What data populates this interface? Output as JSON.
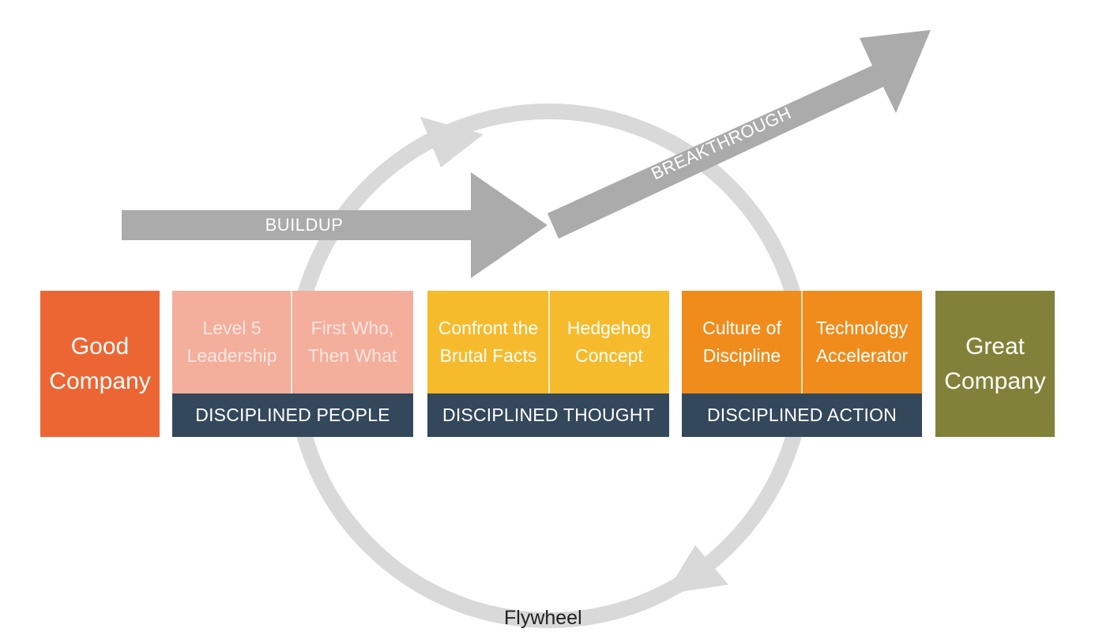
{
  "colors": {
    "good_company": "#ec6634",
    "people": "#f4ae9c",
    "thought": "#f6bb2c",
    "action": "#f08c1c",
    "great_company": "#828139",
    "band": "#34485c",
    "arrow_dark": "#ababab",
    "flywheel": "#d9d9d9"
  },
  "start_box": {
    "label": "Good\nCompany"
  },
  "end_box": {
    "label": "Great\nCompany"
  },
  "groups": [
    {
      "band_label": "DISCIPLINED PEOPLE",
      "cells": [
        "Level 5\nLeadership",
        "First Who,\nThen What"
      ]
    },
    {
      "band_label": "DISCIPLINED THOUGHT",
      "cells": [
        "Confront the\nBrutal Facts",
        "Hedgehog\nConcept"
      ]
    },
    {
      "band_label": "DISCIPLINED ACTION",
      "cells": [
        "Culture of\nDiscipline",
        "Technology\nAccelerator"
      ]
    }
  ],
  "arrows": {
    "buildup": "BUILDUP",
    "breakthrough": "BREAKTHROUGH"
  },
  "flywheel": {
    "label": "Flywheel"
  }
}
